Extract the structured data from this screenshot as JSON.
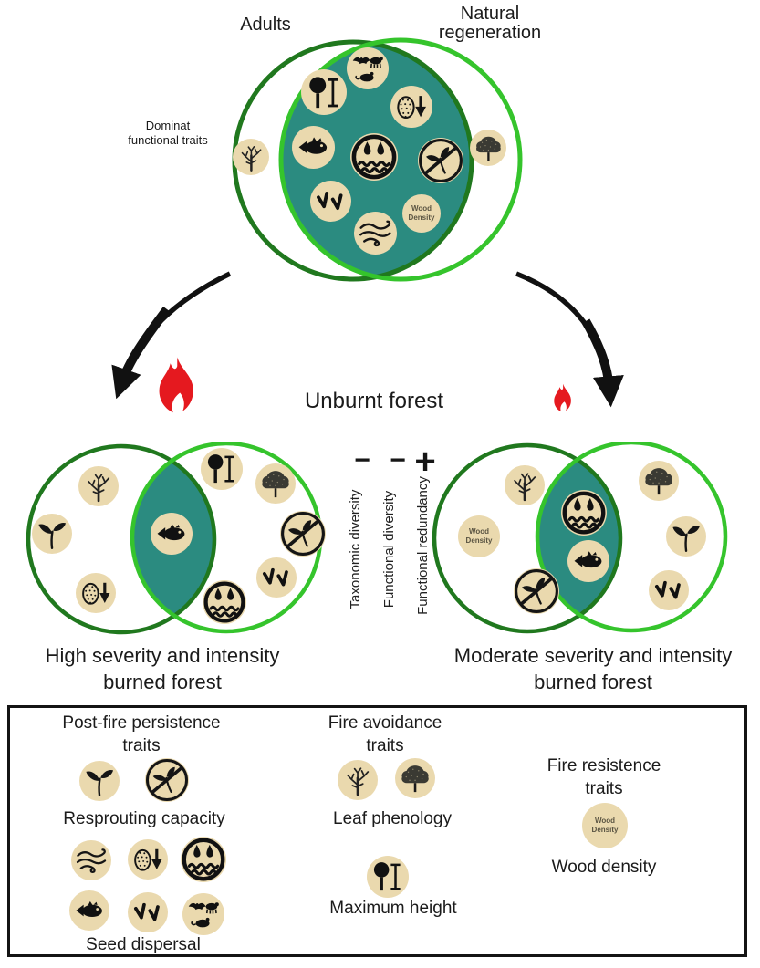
{
  "top_venn": {
    "left_label": "Adults",
    "right_label_line1": "Natural",
    "right_label_line2": "regeneration",
    "side_label_line1": "Dominat",
    "side_label_line2": "functional traits",
    "icons": [
      "animal-dispersal",
      "max-height",
      "gravity-dispersal",
      "fish-dispersal",
      "water-dispersal",
      "no-resprout",
      "bird-dispersal",
      "wind-dispersal",
      "wood-density",
      "deciduous-tree",
      "evergreen-tree"
    ]
  },
  "unburnt_label": "Unburnt forest",
  "left_venn": {
    "caption_line1": "High severity and intensity",
    "caption_line2": "burned forest",
    "icons": [
      "deciduous-tree",
      "resprout",
      "gravity-dispersal",
      "fish-dispersal",
      "max-height",
      "evergreen-tree",
      "no-resprout",
      "bird-dispersal",
      "water-dispersal"
    ]
  },
  "right_venn": {
    "caption_line1": "Moderate severity and intensity",
    "caption_line2": "burned forest",
    "icons": [
      "deciduous-tree",
      "wood-density",
      "no-resprout",
      "water-dispersal",
      "fish-dispersal",
      "evergreen-tree",
      "resprout",
      "bird-dispersal"
    ]
  },
  "axis": {
    "items": [
      {
        "sign": "−",
        "label": "Taxonomic diversity"
      },
      {
        "sign": "−",
        "label": "Functional diversity"
      },
      {
        "sign": "+",
        "label": "Functional redundancy"
      }
    ]
  },
  "legend": {
    "col1": {
      "header_line1": "Post-fire persistence",
      "header_line2": "traits",
      "group1_caption": "Resprouting capacity",
      "group2_caption": "Seed dispersal",
      "icons": [
        "resprout",
        "no-resprout",
        "wind-dispersal",
        "gravity-dispersal",
        "water-dispersal",
        "fish-dispersal",
        "bird-dispersal",
        "animal-dispersal"
      ]
    },
    "col2": {
      "header_line1": "Fire avoidance",
      "header_line2": "traits",
      "group1_caption": "Leaf phenology",
      "group2_caption": "Maximum height",
      "icons": [
        "deciduous-tree",
        "evergreen-tree",
        "max-height"
      ]
    },
    "col3": {
      "header_line1": "Fire resistence",
      "header_line2": "traits",
      "group1_caption": "Wood density",
      "icons": [
        "wood-density"
      ]
    }
  },
  "wood_density_icon": {
    "line1": "Wood",
    "line2": "Density"
  },
  "colors": {
    "teal": "#2b8b80",
    "cream": "#ead9ae",
    "dark_green": "#20781e",
    "light_green": "#35c42c",
    "fire_red": "#e5191f",
    "ink": "#1a1a1a"
  }
}
